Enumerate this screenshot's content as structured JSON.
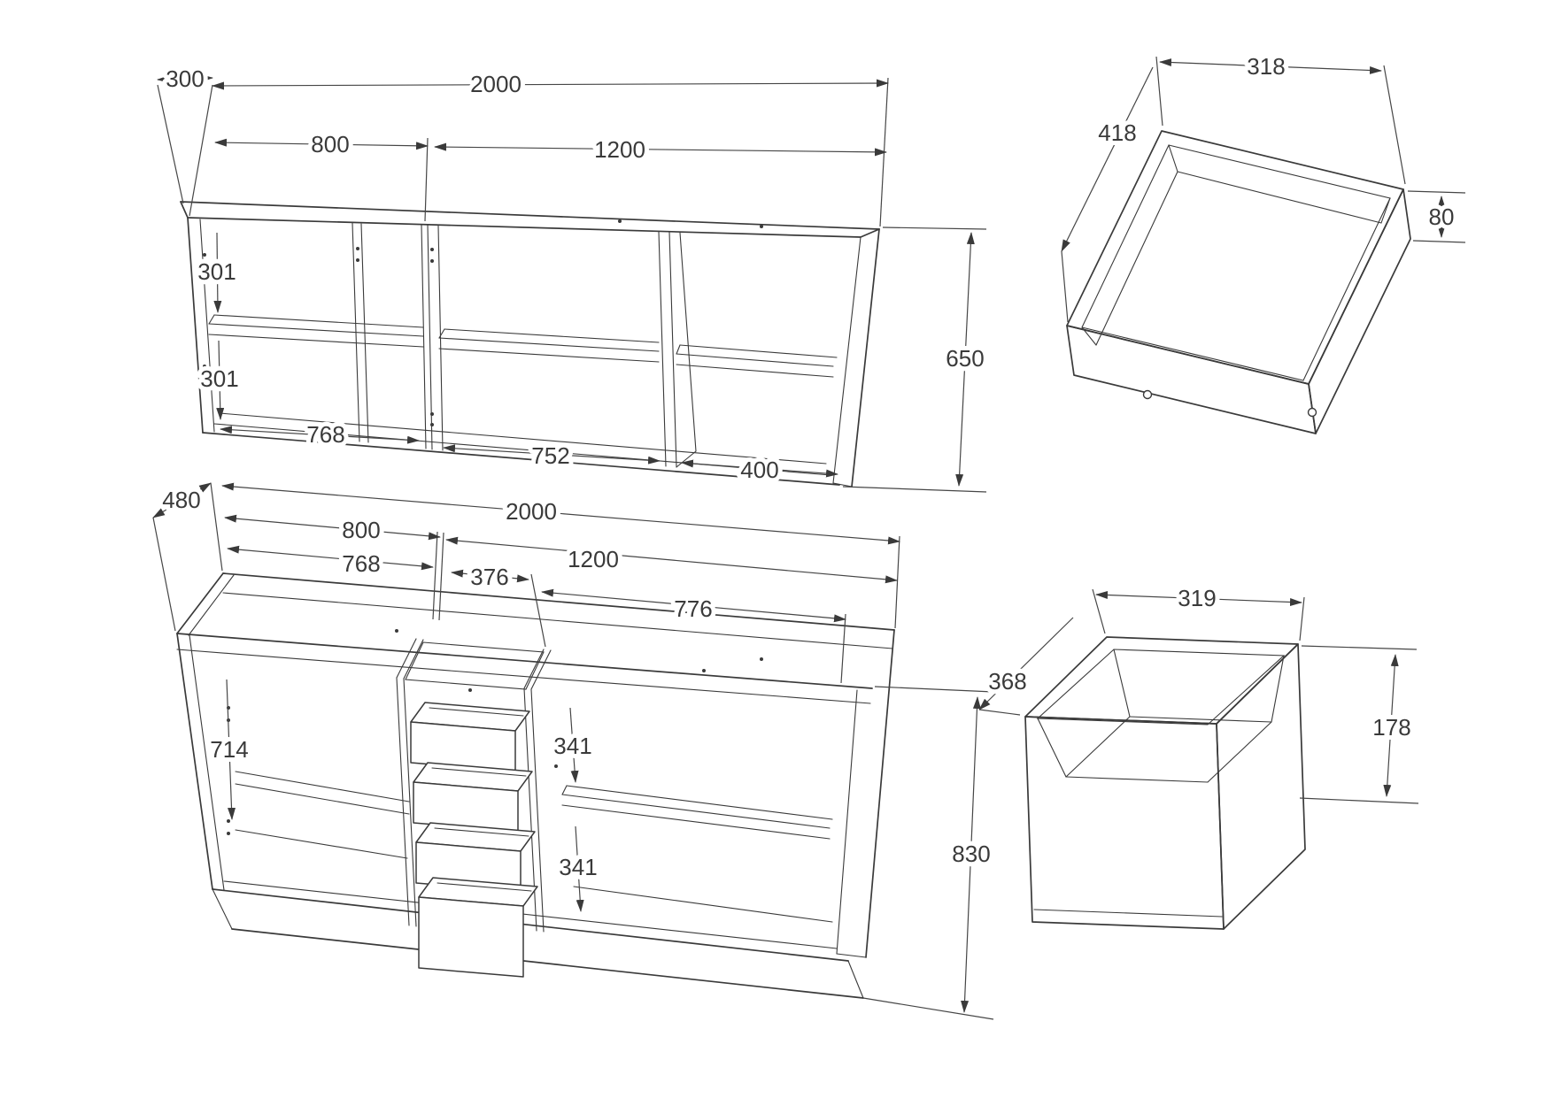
{
  "page": {
    "background": "#ffffff",
    "line_color": "#3a3a3a"
  },
  "views": {
    "wall_cabinet": {
      "dims": {
        "depth": "300",
        "total_width": "2000",
        "left_width": "800",
        "right_width": "1200",
        "shelf_gap_top": "301",
        "shelf_gap_bottom": "301",
        "left_inner_width": "768",
        "right_inner_width": "752",
        "small_inner_width": "400",
        "height": "650"
      }
    },
    "base_cabinet": {
      "dims": {
        "depth": "480",
        "total_width": "2000",
        "left_width": "800",
        "left_inner_width": "768",
        "drawer_bay_width": "376",
        "right_width": "1200",
        "right_inner_width": "776",
        "left_inner_height": "714",
        "drawer_gap_top": "341",
        "drawer_gap_bottom": "341",
        "height": "830"
      }
    },
    "drawer_small": {
      "dims": {
        "width": "318",
        "depth": "418",
        "height": "80"
      }
    },
    "drawer_large": {
      "dims": {
        "width": "319",
        "depth": "368",
        "height": "178"
      }
    }
  }
}
